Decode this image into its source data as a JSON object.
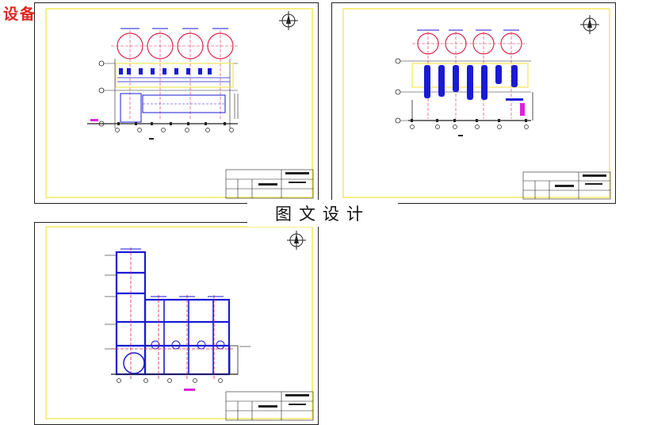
{
  "page_title": "设备立面布置图",
  "watermark": "图文设计",
  "colors": {
    "title_red": "#e0261e",
    "border_yellow": "#f2e23a",
    "equipment_blue": "#1a1ad6",
    "centerline_red": "#e0264e",
    "annotation_magenta": "#e020e0",
    "line_black": "#222222"
  },
  "sheets": [
    {
      "id": "sheet-top-left",
      "type": "plan-view-with-tanks"
    },
    {
      "id": "sheet-top-right",
      "type": "elevation-columns"
    },
    {
      "id": "sheet-bottom-left",
      "type": "elevation-structure"
    }
  ]
}
